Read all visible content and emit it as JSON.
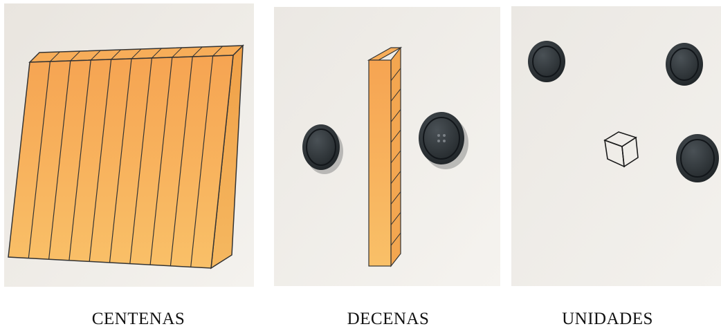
{
  "panels": [
    {
      "label": "CENTENAS"
    },
    {
      "label": "DECENAS"
    },
    {
      "label": "UNIDADES"
    }
  ]
}
